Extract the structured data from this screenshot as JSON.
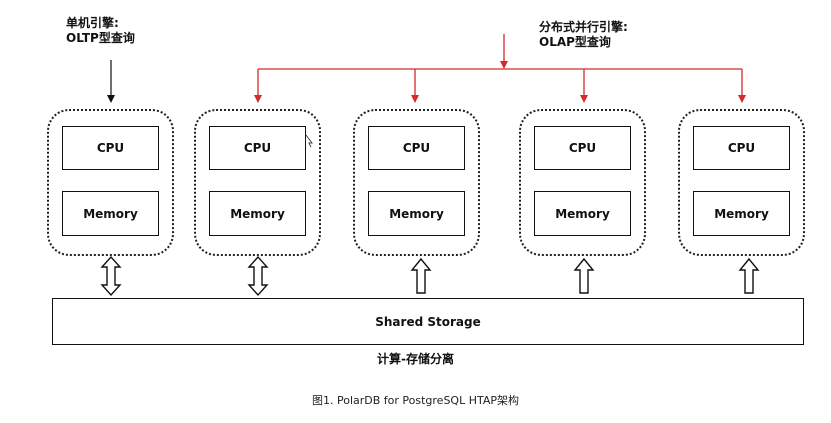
{
  "oltp_label": {
    "line1": "单机引擎:",
    "line2": "OLTP型查询"
  },
  "olap_label": {
    "line1": "分布式并行引擎:",
    "line2": "OLAP型查询"
  },
  "nodes": [
    {
      "cpu": "CPU",
      "memory": "Memory",
      "arrow": "bidirectional"
    },
    {
      "cpu": "CPU",
      "memory": "Memory",
      "arrow": "bidirectional"
    },
    {
      "cpu": "CPU",
      "memory": "Memory",
      "arrow": "up"
    },
    {
      "cpu": "CPU",
      "memory": "Memory",
      "arrow": "up"
    },
    {
      "cpu": "CPU",
      "memory": "Memory",
      "arrow": "up"
    }
  ],
  "storage_label": "Shared Storage",
  "compute_storage_label": "计算-存储分离",
  "figure_caption": "图1. PolarDB for PostgreSQL HTAP架构",
  "colors": {
    "olap_lines": "#d42a2a",
    "ink": "#111111"
  }
}
